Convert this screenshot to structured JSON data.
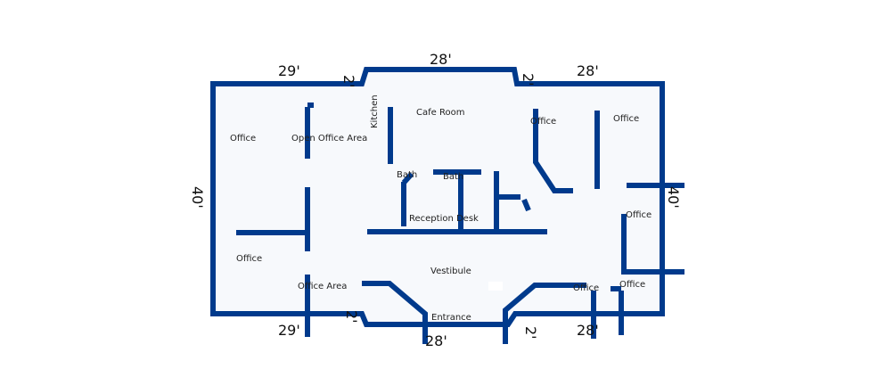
{
  "plan": {
    "wall_color": "#003a8c",
    "floor_color": "#f7f9fc",
    "rooms": {
      "office_nw": "Office",
      "open_office": "Open Office Area",
      "kitchen": "Kitchen",
      "cafe": "Cafe Room",
      "office_n1": "Office",
      "office_n2": "Office",
      "bath1": "Bath",
      "bath2": "Bath",
      "reception": "Reception Desk",
      "office_e": "Office",
      "office_w": "Office",
      "vestibule": "Vestibule",
      "office_area_sw": "Office Area",
      "office_se1": "Office",
      "office_se2": "Office",
      "entrance": "Entrance"
    },
    "dimensions": {
      "top_left": "29'",
      "top_left_jog": "2'",
      "top_mid": "28'",
      "top_right_jog": "2'",
      "top_right": "28'",
      "left": "40'",
      "right": "40'",
      "bottom_left": "29'",
      "bottom_left_jog": "2'",
      "bottom_mid": "28'",
      "bottom_right_jog": "2'",
      "bottom_right": "28'"
    }
  }
}
